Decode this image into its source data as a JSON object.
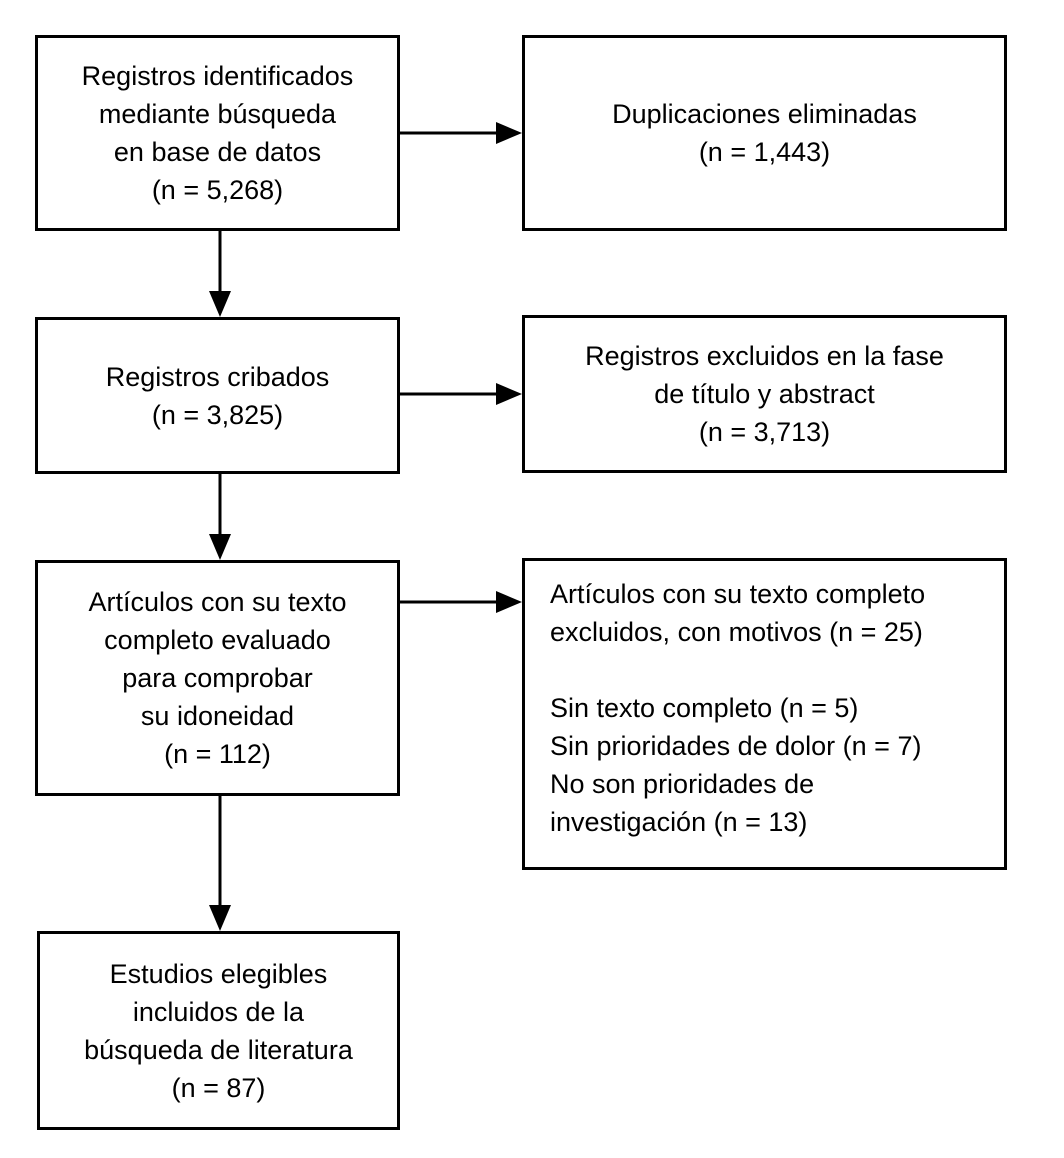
{
  "diagram": {
    "type": "flowchart",
    "language": "es",
    "boxes": [
      {
        "id": "identified",
        "text": "Registros identificados\nmediante búsqueda\nen base de datos\n(n = 5,268)",
        "n": "5,268"
      },
      {
        "id": "duplicates-removed",
        "text": "Duplicaciones eliminadas\n(n = 1,443)",
        "n": "1,443"
      },
      {
        "id": "screened",
        "text": "Registros cribados\n(n = 3,825)",
        "n": "3,825"
      },
      {
        "id": "excluded-title-abstract",
        "text": "Registros excluidos en la fase\nde título y abstract\n(n = 3,713)",
        "n": "3,713"
      },
      {
        "id": "fulltext-assessed",
        "text": "Artículos con su texto\ncompleto evaluado\npara comprobar\nsu idoneidad\n(n = 112)",
        "n": "112"
      },
      {
        "id": "fulltext-excluded",
        "text": "Artículos con su texto completo\nexcluidos, con motivos (n = 25)\n\nSin texto completo (n = 5)\nSin prioridades de dolor (n = 7)\nNo son prioridades de\ninvestigación (n = 13)",
        "n": "25"
      },
      {
        "id": "included",
        "text": "Estudios elegibles\nincluidos de la\nbúsqueda de literatura\n(n = 87)",
        "n": "87"
      }
    ],
    "colors": {
      "border": "#000000",
      "background": "#ffffff",
      "text": "#000000"
    }
  }
}
